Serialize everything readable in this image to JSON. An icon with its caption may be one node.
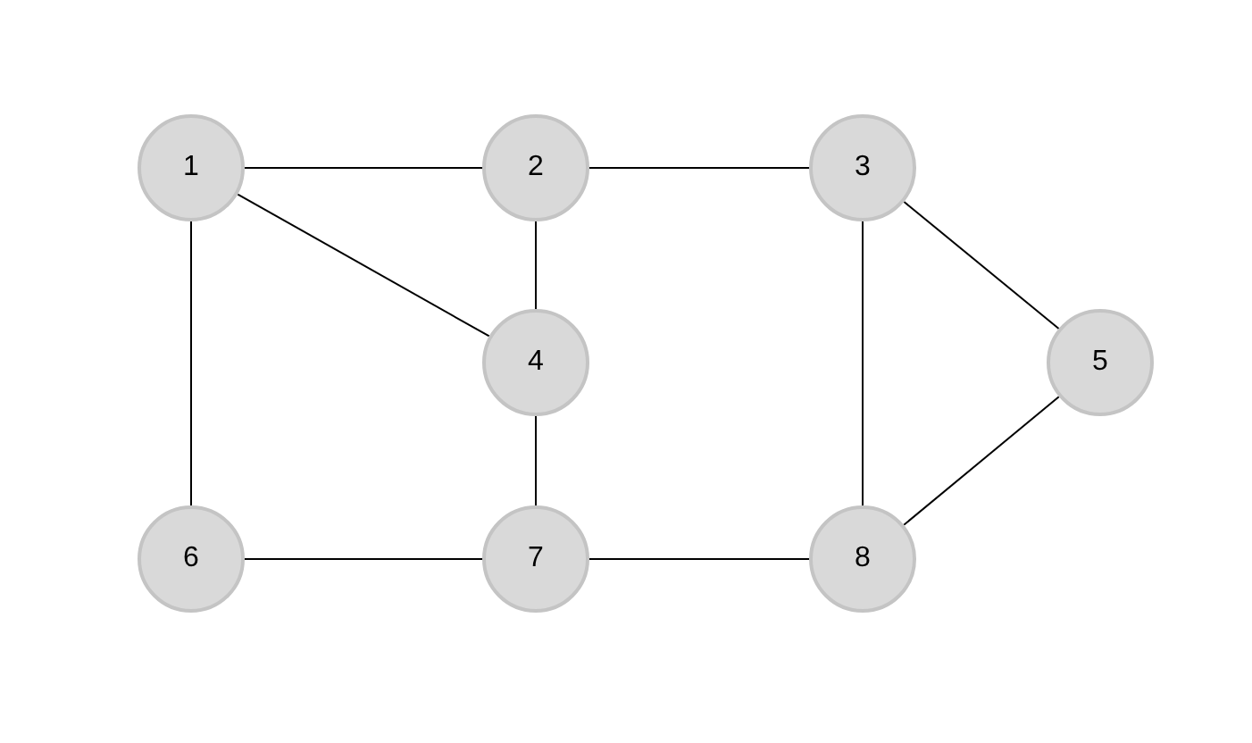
{
  "diagram": {
    "nodes": [
      {
        "text": [
          "1"
        ]
      },
      {
        "text": [
          "2"
        ]
      },
      {
        "text": [
          "3"
        ]
      },
      {
        "text": [
          "4"
        ]
      },
      {
        "text": [
          "5"
        ]
      },
      {
        "text": [
          "6"
        ]
      },
      {
        "text": [
          "7"
        ]
      },
      {
        "text": [
          "8"
        ]
      }
    ],
    "edges": [
      {
        "from": 0,
        "to": 1,
        "arrow": "none"
      },
      {
        "from": 1,
        "to": 2,
        "arrow": "none"
      },
      {
        "from": 0,
        "to": 3,
        "arrow": "none"
      },
      {
        "from": 1,
        "to": 3,
        "arrow": "none"
      },
      {
        "from": 0,
        "to": 5,
        "arrow": "none"
      },
      {
        "from": 2,
        "to": 4,
        "arrow": "none"
      },
      {
        "from": 2,
        "to": 7,
        "arrow": "none"
      },
      {
        "from": 3,
        "to": 6,
        "arrow": "none"
      },
      {
        "from": 5,
        "to": 6,
        "arrow": "none"
      },
      {
        "from": 6,
        "to": 7,
        "arrow": "none"
      },
      {
        "from": 7,
        "to": 4,
        "arrow": "none"
      }
    ]
  }
}
